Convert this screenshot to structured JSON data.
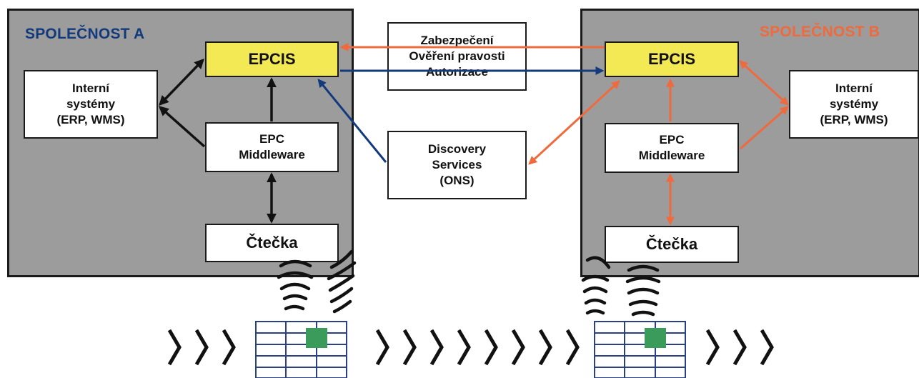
{
  "colors": {
    "blue_accent": "#123a7c",
    "orange_accent": "#ef6a3c",
    "epcis_fill": "#f2e955",
    "panel_fill": "#9c9c9c",
    "tag_grid": "#2b3f86",
    "tag_chip": "#3a9b5b"
  },
  "company_a": {
    "title": "SPOLEČNOST A",
    "epcis": "EPCIS",
    "internal": [
      "Interní",
      "systémy",
      "(ERP, WMS)"
    ],
    "middleware": [
      "EPC",
      "Middleware"
    ],
    "reader": "Čtečka"
  },
  "company_b": {
    "title": "SPOLEČNOST B",
    "epcis": "EPCIS",
    "internal": [
      "Interní",
      "systémy",
      "(ERP, WMS)"
    ],
    "middleware": [
      "EPC",
      "Middleware"
    ],
    "reader": "Čtečka"
  },
  "security": [
    "Zabezpečení",
    "Ověření pravosti",
    "Autorizace"
  ],
  "discovery": [
    "Discovery",
    "Services",
    "(ONS)"
  ]
}
